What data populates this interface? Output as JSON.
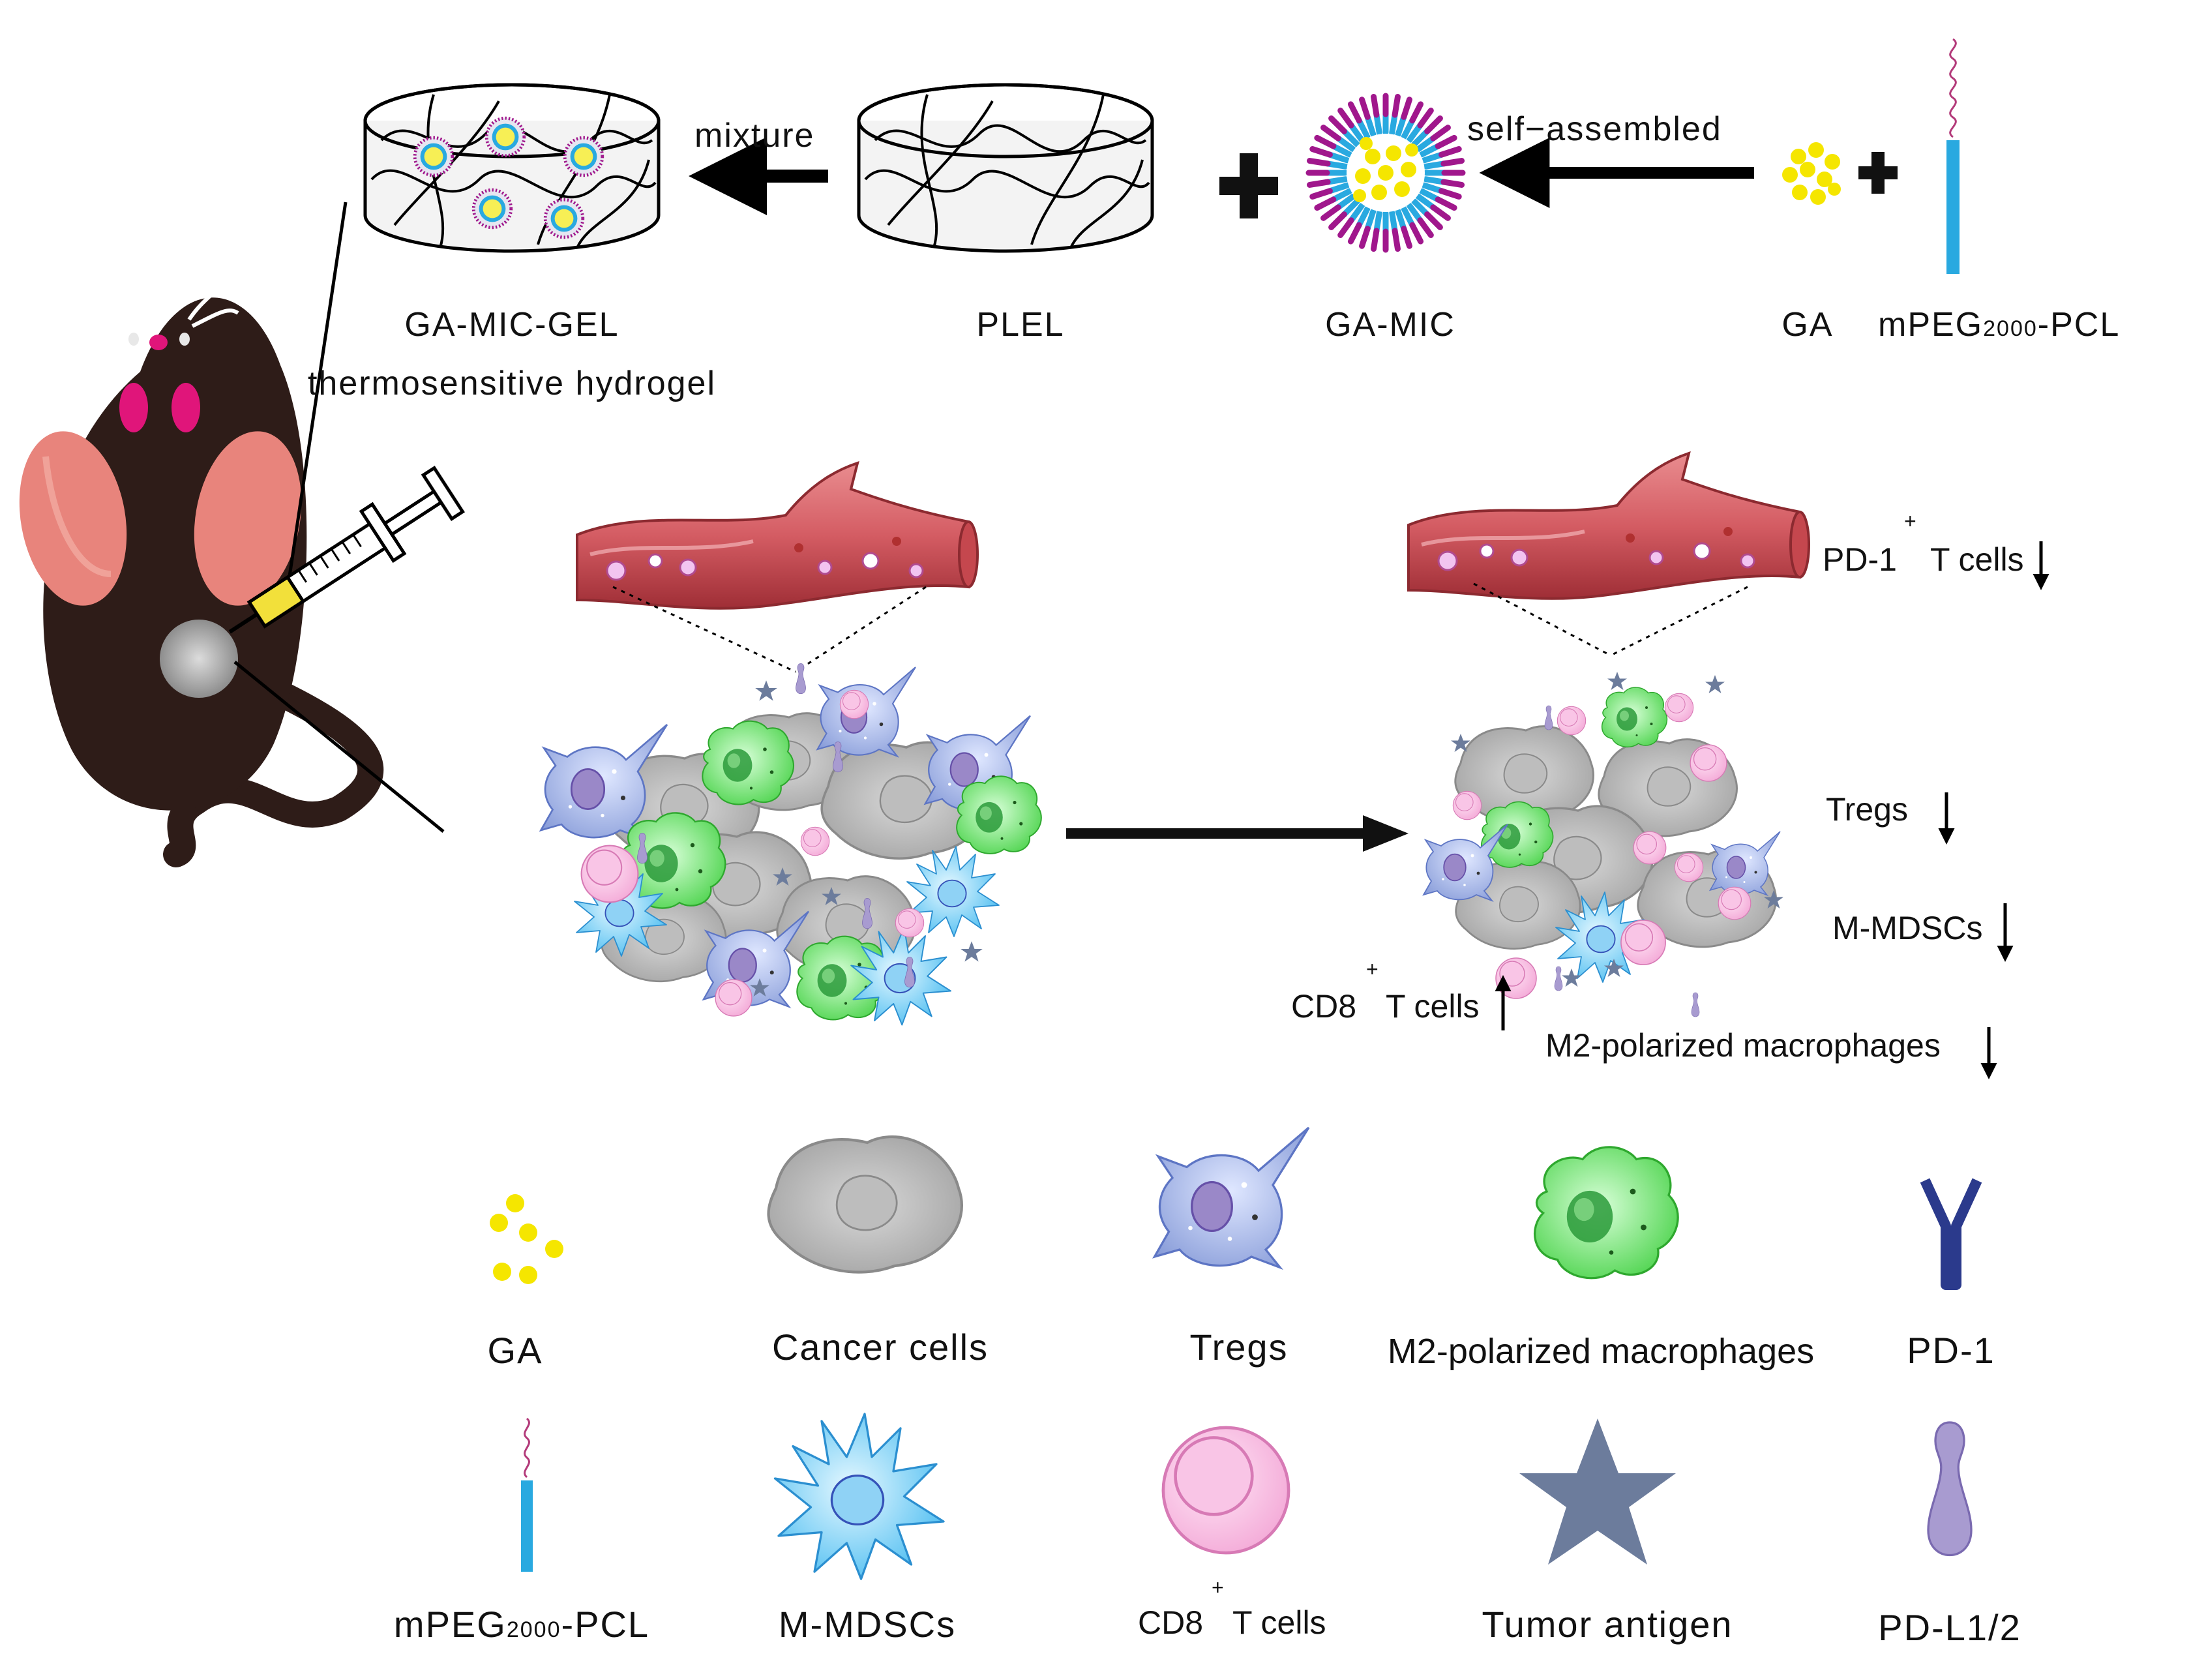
{
  "top_row": {
    "mixture": "mixture",
    "self_assembled": "self−assembled",
    "ga_mic_gel": "GA-MIC-GEL",
    "thermosensitive": "thermosensitive hydrogel",
    "plel": "PLEL",
    "ga_mic": "GA-MIC",
    "ga": "GA",
    "mpeg_prefix": "mPEG",
    "mpeg_sub": "2000",
    "mpeg_suffix": "-PCL"
  },
  "after": {
    "pd1_t_cells_a": "PD-1",
    "pd1_t_cells_sup": "+",
    "pd1_t_cells_b": "T cells",
    "tregs": "Tregs",
    "mmdscs": "M-MDSCs",
    "cd8_a": "CD8",
    "cd8_sup": "+",
    "cd8_b": "T cells",
    "m2": "M2-polarized macrophages"
  },
  "legend": {
    "ga": "GA",
    "cancer_cells": "Cancer cells",
    "tregs": "Tregs",
    "m2": "M2-polarized macrophages",
    "pd1": "PD-1",
    "mpeg_prefix": "mPEG",
    "mpeg_sub": "2000",
    "mpeg_suffix": "-PCL",
    "mmdscs": "M-MDSCs",
    "cd8_a": "CD8",
    "cd8_sup": "+",
    "cd8_b": "T cells",
    "tumor_antigen": "Tumor antigen",
    "pdl1": "PD-L1/2"
  },
  "colors": {
    "mouse_body": "#2e1c18",
    "mouse_ear": "#e8847c",
    "eye": "#e0157a",
    "micelle_pink": "#a0178c",
    "micelle_blue": "#29a9e0",
    "ga_yellow": "#f5e600",
    "vessel": "#d8646a",
    "cancer": "#a9a9a9",
    "treg": "#8b9fd8",
    "macrophage": "#4fd44f",
    "mdsc": "#43b8f0",
    "cd8": "#f7b6e0",
    "antigen": "#6a7ea0",
    "pd1": "#2b3a8c",
    "pdl1": "#a89bd0"
  }
}
